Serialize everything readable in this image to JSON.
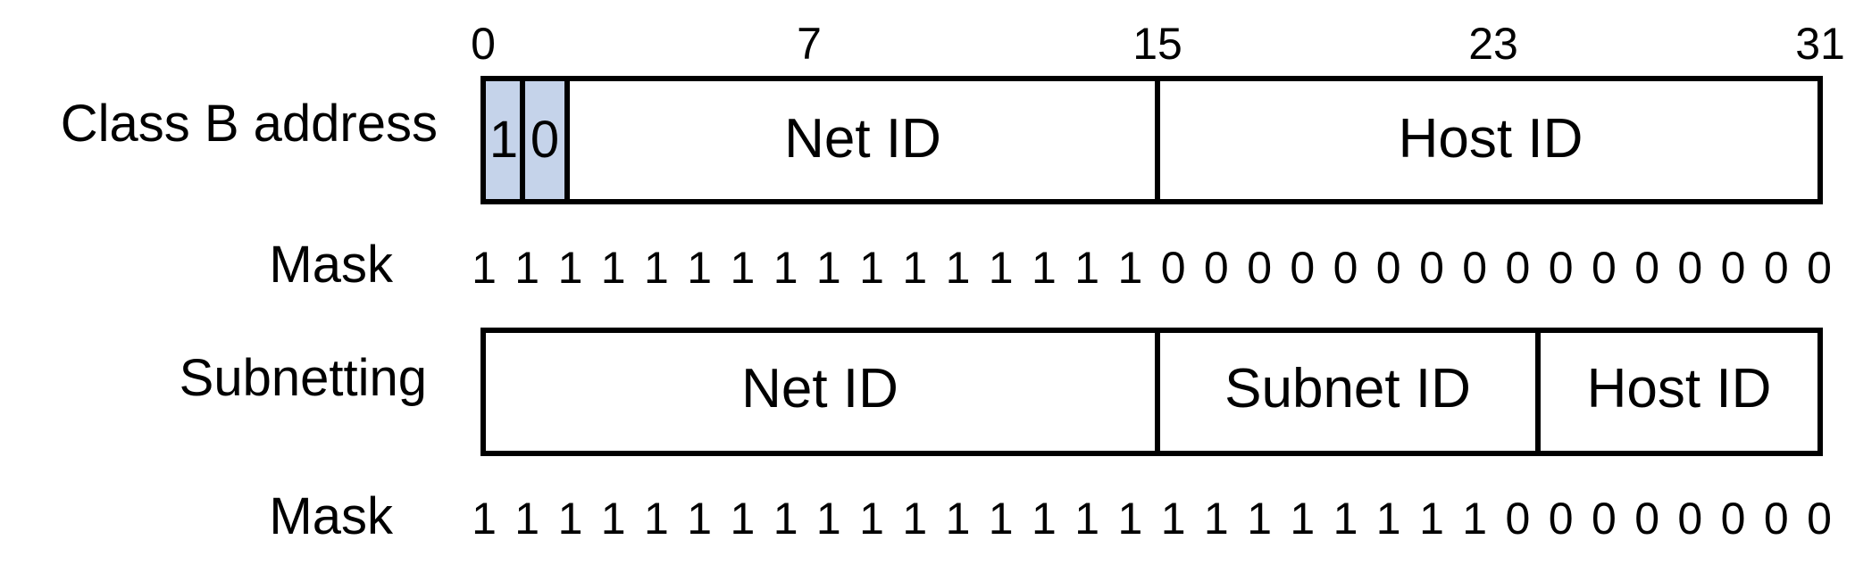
{
  "bit_positions": [
    "0",
    "7",
    "15",
    "23",
    "31"
  ],
  "row_labels": {
    "class_b": "Class B address",
    "mask": "Mask",
    "subnetting": "Subnetting"
  },
  "class_b": {
    "flag_bits": [
      "1",
      "0"
    ],
    "flag_color": "#c5d3ea",
    "fields": [
      "Net ID",
      "Host ID"
    ]
  },
  "subnetting": {
    "fields": [
      "Net ID",
      "Subnet ID",
      "Host ID"
    ]
  },
  "masks": {
    "class_b": "11111111111111110000000000000000",
    "subnetting": "11111111111111111111111100000000"
  }
}
